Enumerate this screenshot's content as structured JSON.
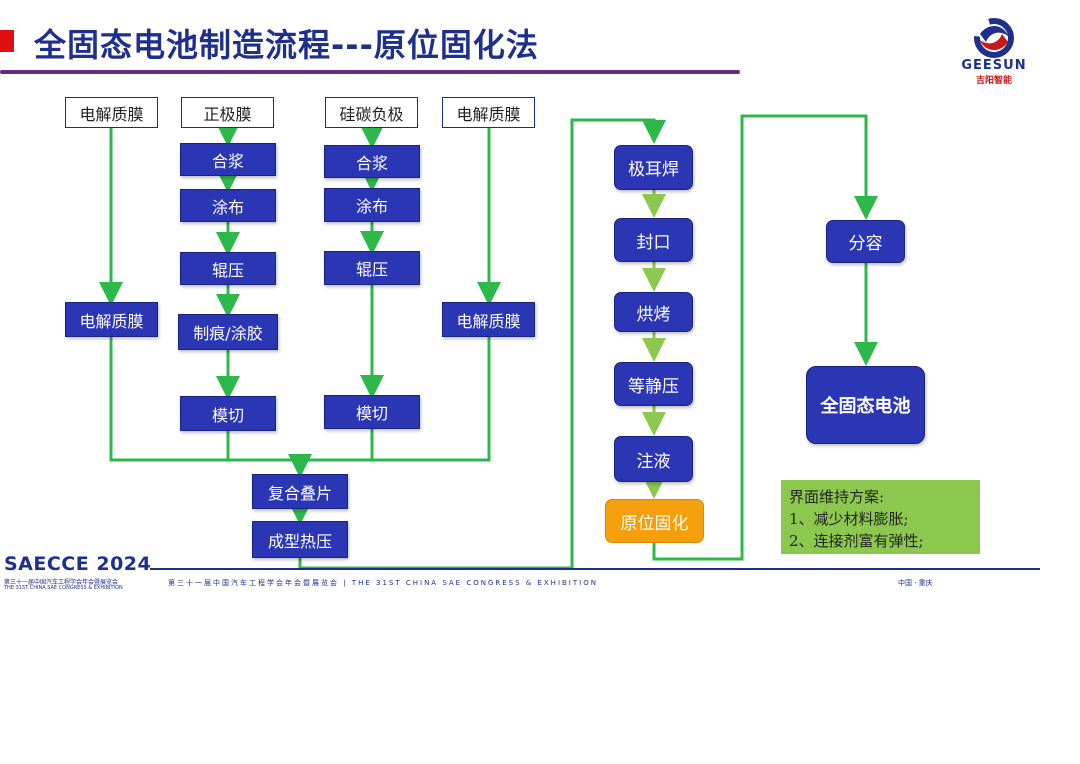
{
  "title": "全固态电池制造流程---原位固化法",
  "logo": {
    "name": "GEESUN",
    "sub": "吉阳智能"
  },
  "top_labels": {
    "electrolyte_left": "电解质膜",
    "cathode": "正极膜",
    "anode": "硅碳负极",
    "electrolyte_right": "电解质膜"
  },
  "cathode_steps": [
    "合浆",
    "涂布",
    "辊压",
    "制痕/涂胶",
    "模切"
  ],
  "anode_steps": [
    "合浆",
    "涂布",
    "辊压",
    "模切"
  ],
  "electrolyte_left_box": "电解质膜",
  "electrolyte_right_box": "电解质膜",
  "stack_steps": [
    "复合叠片",
    "成型热压"
  ],
  "cell_steps": [
    "极耳焊",
    "封口",
    "烘烤",
    "等静压",
    "注液",
    "原位固化"
  ],
  "grading": "分容",
  "final": "全固态电池",
  "note": {
    "title": "界面维持方案:",
    "items": [
      "1、减少材料膨胀;",
      "2、连接剂富有弹性;"
    ]
  },
  "footer": {
    "brand": "SAECCE 2024",
    "brand_cn": "第三十一届中国汽车工程学会年会暨展览会",
    "brand_en": "THE 31ST CHINA SAE CONGRESS & EXHIBITION",
    "line": "第三十一届中国汽车工程学会年会暨展览会 | THE 31ST CHINA SAE CONGRESS & EXHIBITION",
    "location": "中国 · 重庆"
  },
  "colors": {
    "title": "#1f2f8c",
    "box_fill": "#2a36b4",
    "arrow": "#2db84a",
    "arrow_light": "#8cc84e",
    "highlight": "#f4a00c",
    "note_bg": "#8cc84e"
  }
}
